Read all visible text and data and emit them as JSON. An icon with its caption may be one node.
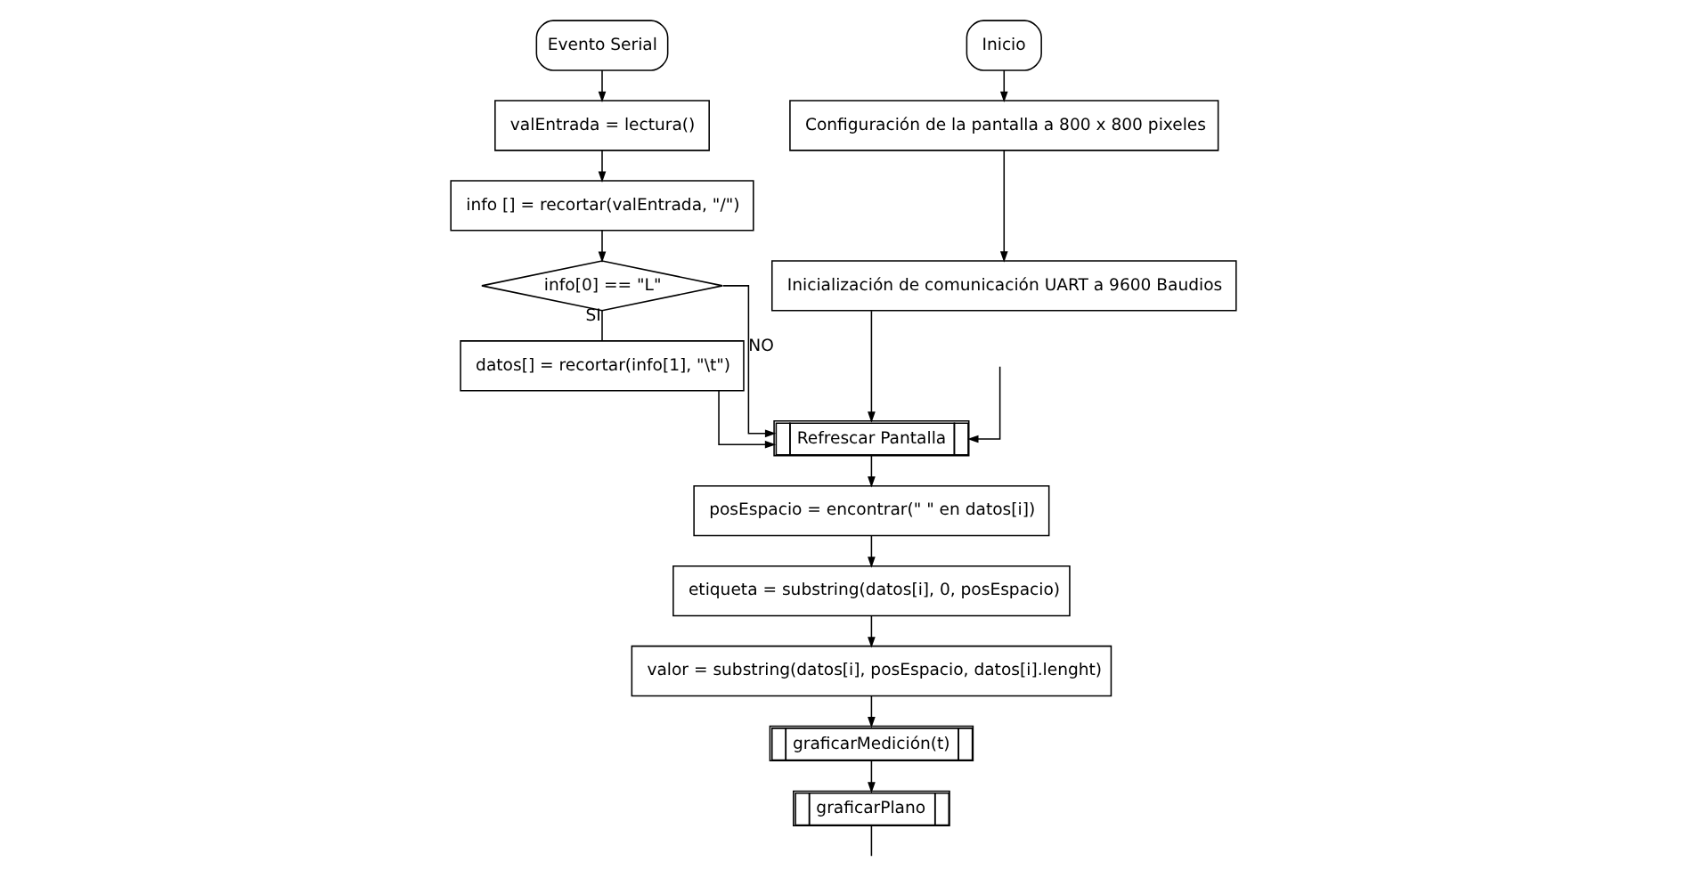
{
  "diagram": {
    "nodes": [
      {
        "text": [
          "Evento Serial"
        ]
      },
      {
        "text": [
          "valEntrada = lectura()"
        ]
      },
      {
        "text": [
          "info [] = recortar(valEntrada, \"/\")"
        ]
      },
      {
        "text": [
          "info[0] == \"L\""
        ]
      },
      {
        "text": [
          "datos[] = recortar(info[1], \"\\t\")"
        ]
      },
      {
        "text": [
          "Inicio"
        ]
      },
      {
        "text": [
          "Configuración de la pantalla a 800 x 800 pixeles"
        ]
      },
      {
        "text": [
          "Inicialización de comunicación UART a 9600 Baudios"
        ]
      },
      {
        "text": [
          "Refrescar Pantalla"
        ]
      },
      {
        "text": [
          "posEspacio = encontrar(\" \" en datos[i])"
        ]
      },
      {
        "text": [
          "etiqueta = substring(datos[i], 0, posEspacio)"
        ]
      },
      {
        "text": [
          "valor = substring(datos[i], posEspacio, datos[i].lenght)"
        ]
      },
      {
        "text": [
          "graficarMedición(t)"
        ]
      },
      {
        "text": [
          "graficarPlano"
        ]
      }
    ],
    "edges": [
      {
        "from": 0,
        "to": 1,
        "arrow": "to"
      },
      {
        "from": 1,
        "to": 2,
        "arrow": "to"
      },
      {
        "from": 2,
        "to": 3,
        "arrow": "to"
      },
      {
        "from": 3,
        "to": 4,
        "arrow": "none",
        "label": "SI"
      },
      {
        "from": 3,
        "to": 8,
        "arrow": "to",
        "label": "NO"
      },
      {
        "from": 4,
        "to": 8,
        "arrow": "to"
      },
      {
        "from": 5,
        "to": 6,
        "arrow": "to"
      },
      {
        "from": 6,
        "to": 7,
        "arrow": "to"
      },
      {
        "from": 7,
        "to": 8,
        "arrow": "to"
      },
      {
        "from": null,
        "to": 8,
        "arrow": "to"
      },
      {
        "from": 8,
        "to": 9,
        "arrow": "to"
      },
      {
        "from": 9,
        "to": 10,
        "arrow": "to"
      },
      {
        "from": 10,
        "to": 11,
        "arrow": "to"
      },
      {
        "from": 11,
        "to": 12,
        "arrow": "to"
      },
      {
        "from": 12,
        "to": 13,
        "arrow": "to"
      },
      {
        "from": 13,
        "to": null,
        "arrow": "none"
      }
    ]
  }
}
